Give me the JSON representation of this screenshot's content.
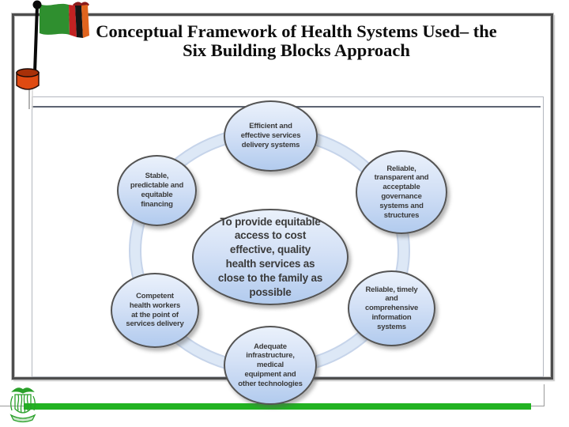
{
  "slide": {
    "title_line1": "Conceptual Framework of Health Systems Used– the",
    "title_line2": "Six Building Blocks Approach"
  },
  "diagram": {
    "type": "cycle",
    "center_goal": "To provide equitable\naccess to cost\neffective, quality\nhealth services as\nclose to the family as\npossible",
    "blocks": [
      {
        "key": "service-delivery",
        "label": "Efficient and\neffective services\ndelivery systems"
      },
      {
        "key": "governance",
        "label": "Reliable,\ntransparent and\nacceptable\ngovernance\nsystems and\nstructures"
      },
      {
        "key": "information-systems",
        "label": "Reliable, timely\nand\ncomprehensive\ninformation\nsystems"
      },
      {
        "key": "infrastructure",
        "label": "Adequate\ninfrastructure,\nmedical\nequipment and\nother technologies"
      },
      {
        "key": "health-workforce",
        "label": "Competent\nhealth workers\nat the point of\nservices delivery"
      },
      {
        "key": "financing",
        "label": "Stable,\npredictable and\nequitable\nfinancing"
      }
    ]
  },
  "icons": {
    "top_left": "zambia-flag-on-pole-icon",
    "bottom_left": "zambia-coat-of-arms-icon"
  },
  "colors": {
    "ellipse_fill_top": "#eaf1fb",
    "ellipse_fill_bottom": "#b2cbee",
    "ellipse_border": "#545454",
    "ring_fill": "#dde8f6",
    "ring_edge": "#c6d4ea",
    "frame_border": "#4d4d4d",
    "footer_bar_green": "#22b322",
    "flag_green": "#2f8f2f",
    "flag_red": "#c32222",
    "flag_black": "#151515",
    "flag_orange": "#e0641e",
    "stand_orange": "#e04a12",
    "emblem_green": "#2aa02a"
  }
}
